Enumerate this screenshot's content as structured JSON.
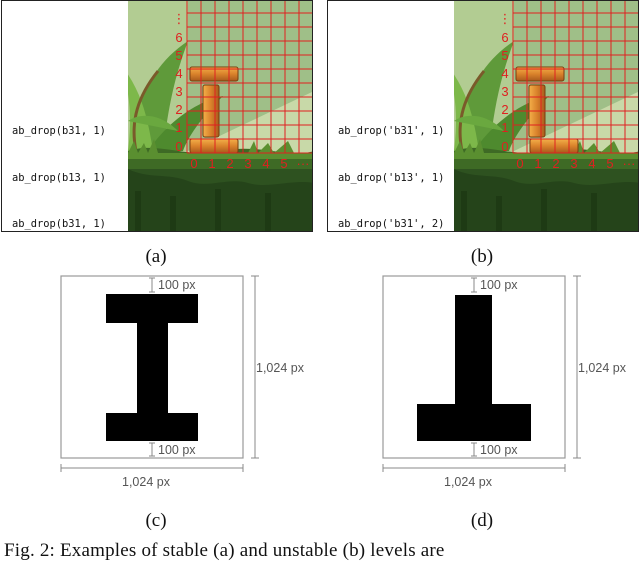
{
  "panel_a": {
    "code_lines": [
      "ab_drop(b31, 1)",
      "ab_drop(b13, 1)",
      "ab_drop(b31, 1)"
    ],
    "caption": "(a)"
  },
  "panel_b": {
    "code_lines": [
      "ab_drop('b31', 1)",
      "ab_drop('b13', 1)",
      "ab_drop('b31', 2)"
    ],
    "caption": "(b)"
  },
  "grid": {
    "y_labels": [
      "0",
      "1",
      "2",
      "3",
      "4",
      "5",
      "6",
      "⋮"
    ],
    "x_labels": [
      "0",
      "1",
      "2",
      "3",
      "4",
      "5",
      "···"
    ],
    "line_color": "#e02020"
  },
  "panel_c": {
    "caption": "(c)",
    "top_gap": "100 px",
    "bottom_gap": "100 px",
    "height_label": "1,024 px",
    "width_label": "1,024 px"
  },
  "panel_d": {
    "caption": "(d)",
    "top_gap": "100 px",
    "bottom_gap": "100 px",
    "height_label": "1,024 px",
    "width_label": "1,024 px"
  },
  "figure_caption": "Fig. 2: Examples of stable (a) and unstable (b) levels are"
}
